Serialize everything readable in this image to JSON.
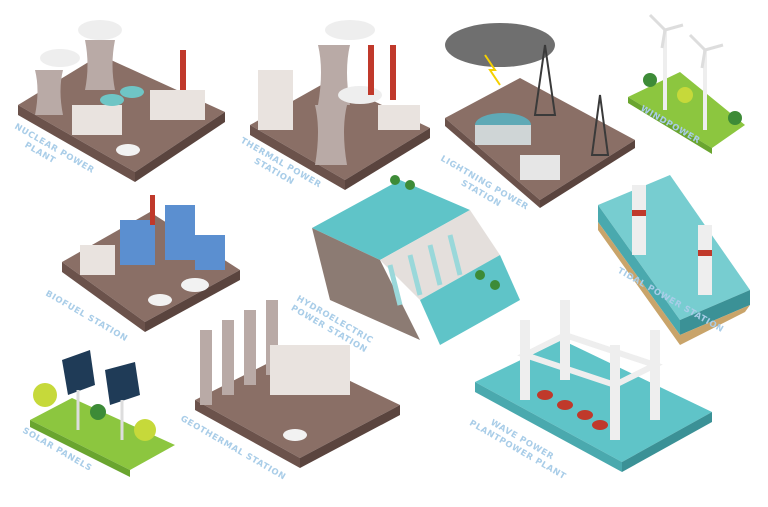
{
  "colors": {
    "label": "#a9cde8",
    "ground_top": "#8a6f66",
    "ground_side": "#6b524b",
    "grass": "#8cc63f",
    "water": "#5fc4c8",
    "building": "#e9e3df",
    "tower": "#b9aaa6"
  },
  "stations": [
    {
      "id": "nuclear",
      "lines": [
        "NUCLEAR POWER",
        "PLANT"
      ]
    },
    {
      "id": "thermal",
      "lines": [
        "THERMAL POWER",
        "STATION"
      ]
    },
    {
      "id": "lightning",
      "lines": [
        "LIGHTNING POWER",
        "STATION"
      ]
    },
    {
      "id": "wind",
      "lines": [
        "WINDPOWER"
      ]
    },
    {
      "id": "biofuel",
      "lines": [
        "BIOFUEL STATION"
      ]
    },
    {
      "id": "hydro",
      "lines": [
        "HYDROELECTRIC",
        "POWER STATION"
      ]
    },
    {
      "id": "tidal",
      "lines": [
        "TIDAL POWER STATION"
      ]
    },
    {
      "id": "solar",
      "lines": [
        "SOLAR PANELS"
      ]
    },
    {
      "id": "geothermal",
      "lines": [
        "GEOTHERMAL STATION"
      ]
    },
    {
      "id": "wave",
      "lines": [
        "WAVE POWER",
        "PLANTPOWER PLANT"
      ]
    }
  ]
}
